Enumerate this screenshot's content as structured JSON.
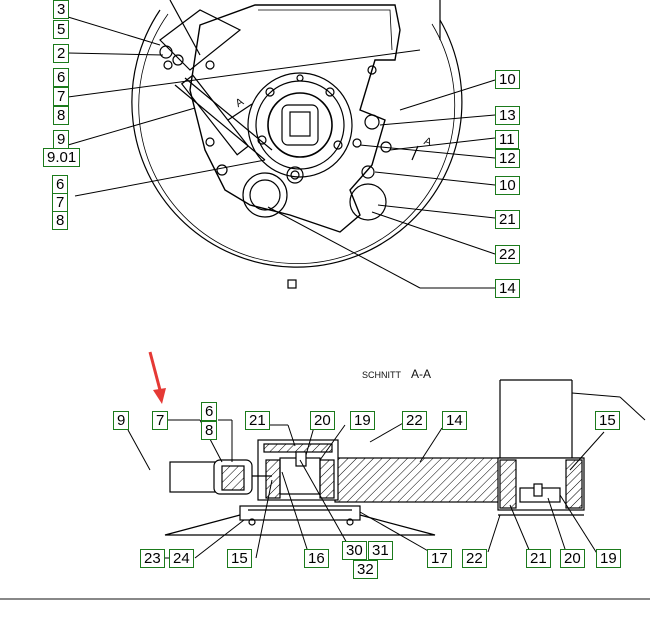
{
  "section": {
    "title": "SCHNITT",
    "mark": "A-A"
  },
  "view_marks": {
    "upper": "A",
    "right": "A"
  },
  "top_view_callouts": [
    "3",
    "5",
    "2",
    "6",
    "7",
    "8",
    "9",
    "9.01",
    "6",
    "7",
    "8",
    "10",
    "13",
    "11",
    "12",
    "10",
    "21",
    "22",
    "14"
  ],
  "section_view_callouts": [
    "9",
    "7",
    "6",
    "8",
    "21",
    "20",
    "19",
    "22",
    "14",
    "15",
    "23",
    "24",
    "15",
    "16",
    "30",
    "31",
    "32",
    "17",
    "22",
    "21",
    "20",
    "19"
  ],
  "colors": {
    "label_border": "#1b7a1b",
    "line": "#000000",
    "hatch": "#000000",
    "pointer": "#e53935"
  }
}
